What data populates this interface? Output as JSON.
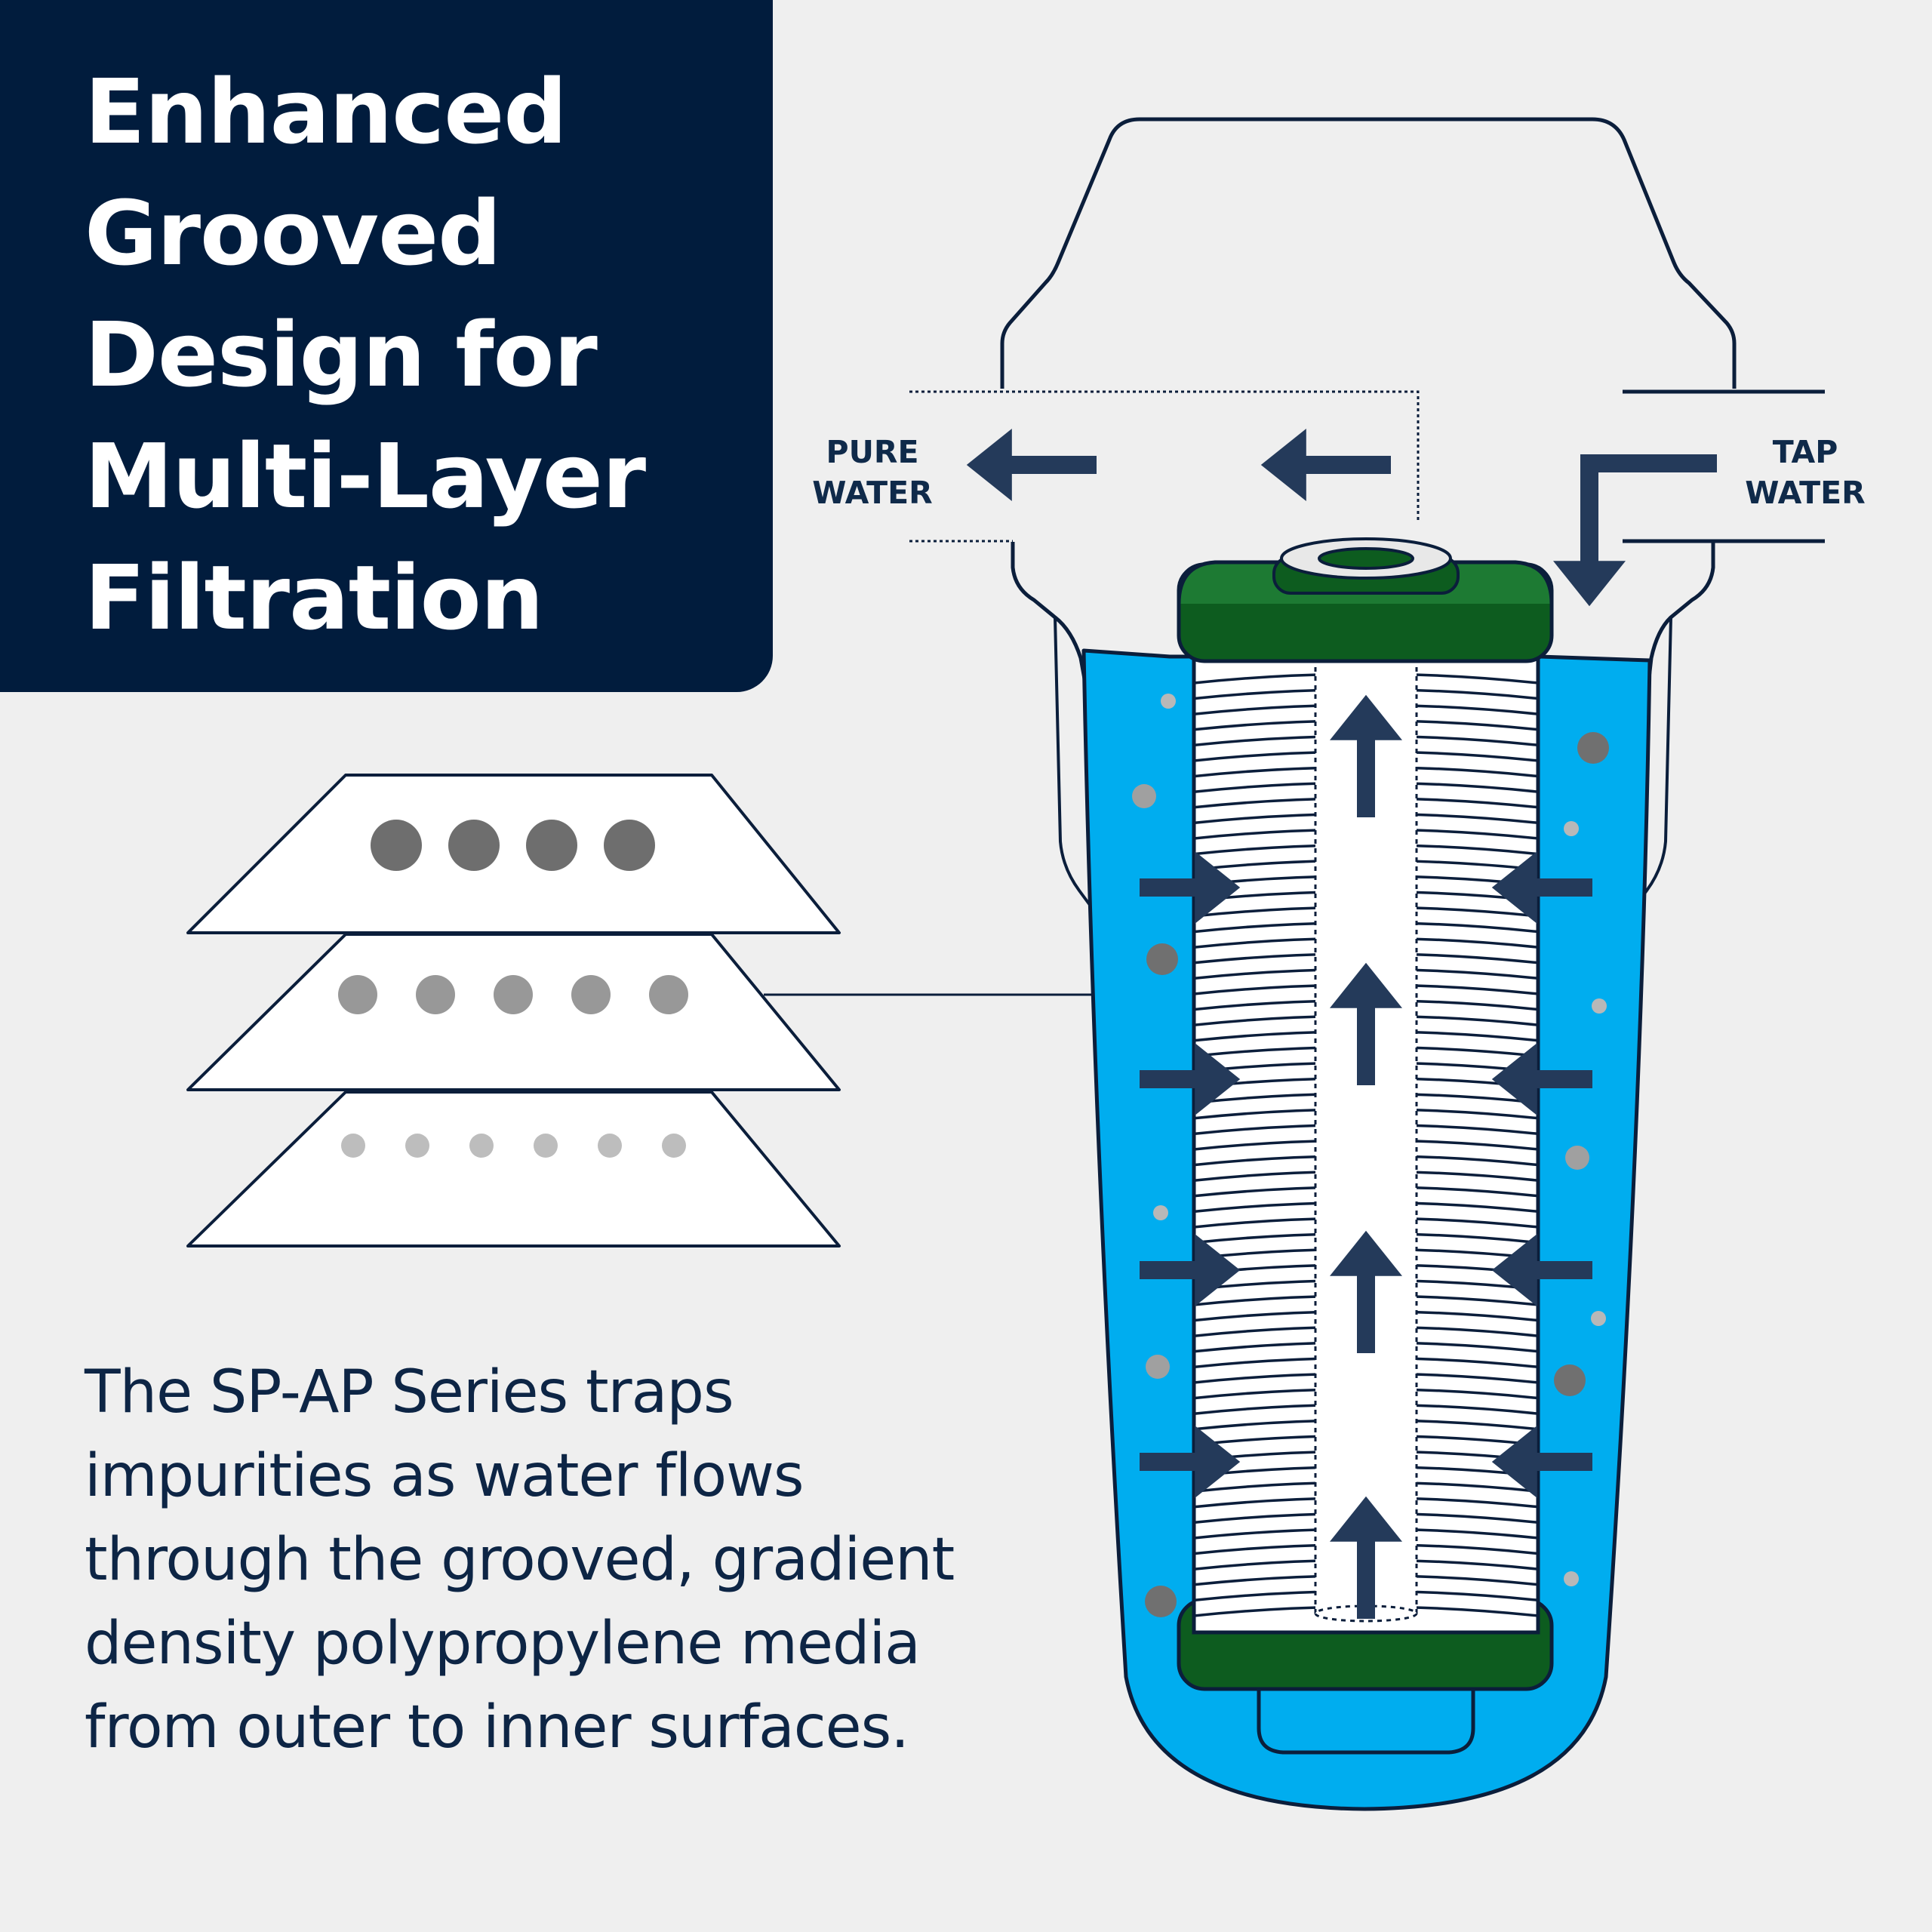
{
  "title": "Enhanced Grooved Design for Multi-Layer Filtration",
  "description": "The SP-AP Series traps impurities as water flows through the grooved, gradient density polypropylene media from outer to inner surfaces.",
  "labels": {
    "pure_water_line1": "PURE",
    "pure_water_line2": "WATER",
    "tap_water_line1": "TAP",
    "tap_water_line2": "WATER"
  },
  "colors": {
    "background": "#efefef",
    "navy": "#011c3d",
    "water_blue": "#00adef",
    "cap_green": "#0d5c1f",
    "arrow": "#243a5a",
    "outline": "#0b1e3b"
  },
  "icons": {
    "flow_arrows": "arrow-icon",
    "particles": "particle-icon",
    "layers": "filter-layer-icon"
  }
}
